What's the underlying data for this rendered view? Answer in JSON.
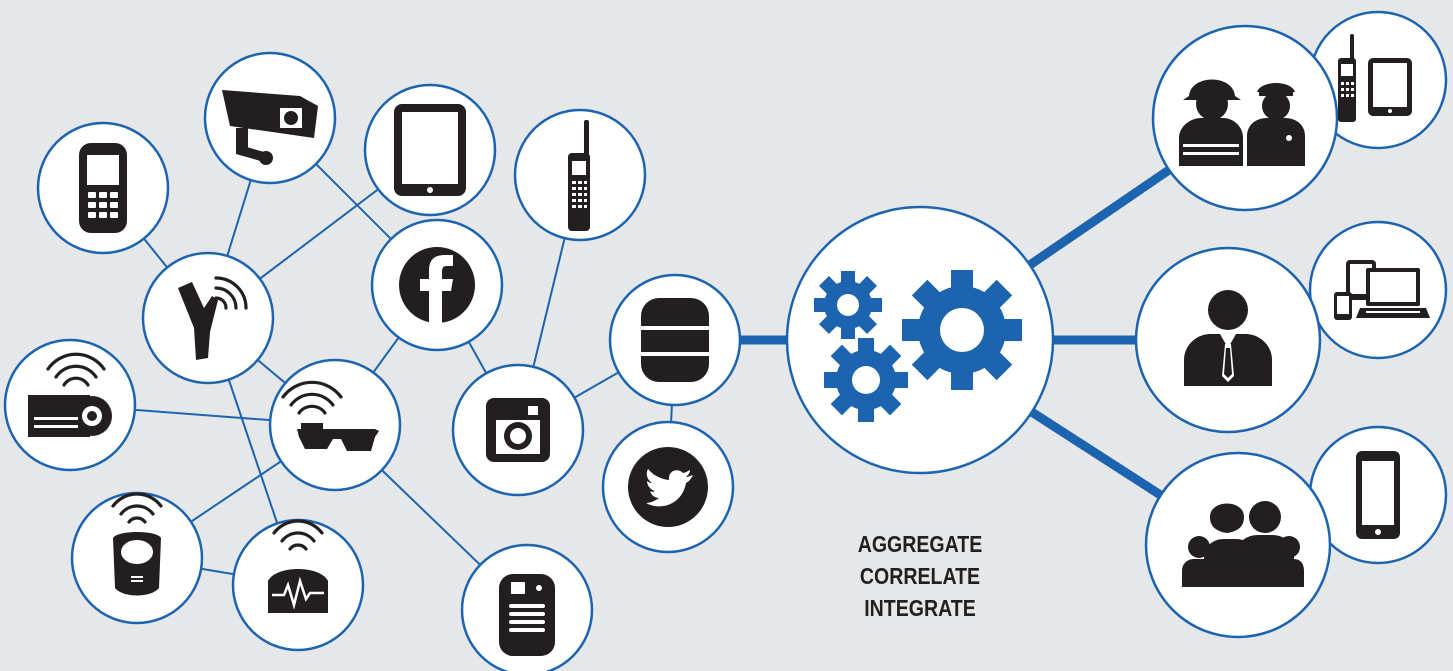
{
  "caption": {
    "line1": "AGGREGATE",
    "line2": "CORRELATE",
    "line3": "INTEGRATE"
  },
  "colors": {
    "accent": "#1c63b0",
    "background": "#e6e7e8",
    "icon": "#231f20",
    "node_fill": "#ffffff"
  },
  "nodes": [
    {
      "id": "mobile-phone",
      "icon": "mobile-phone-icon"
    },
    {
      "id": "security-camera",
      "icon": "security-camera-icon"
    },
    {
      "id": "tablet",
      "icon": "tablet-icon"
    },
    {
      "id": "radio",
      "icon": "two-way-radio-icon"
    },
    {
      "id": "sensor-hub",
      "icon": "wireless-sensor-icon"
    },
    {
      "id": "facebook",
      "icon": "facebook-icon"
    },
    {
      "id": "body-camera",
      "icon": "body-camera-icon"
    },
    {
      "id": "smart-glasses",
      "icon": "smart-glasses-icon"
    },
    {
      "id": "instagram",
      "icon": "instagram-icon"
    },
    {
      "id": "database",
      "icon": "database-icon"
    },
    {
      "id": "twitter",
      "icon": "twitter-icon"
    },
    {
      "id": "breathing-mask",
      "icon": "breathing-mask-icon"
    },
    {
      "id": "health-monitor",
      "icon": "vital-signs-monitor-icon"
    },
    {
      "id": "gas-detector",
      "icon": "gas-detector-icon"
    },
    {
      "id": "processing-hub",
      "icon": "gears-icon"
    },
    {
      "id": "first-responders",
      "icon": "first-responders-icon"
    },
    {
      "id": "dispatcher",
      "icon": "dispatcher-icon"
    },
    {
      "id": "public",
      "icon": "public-group-icon"
    }
  ]
}
